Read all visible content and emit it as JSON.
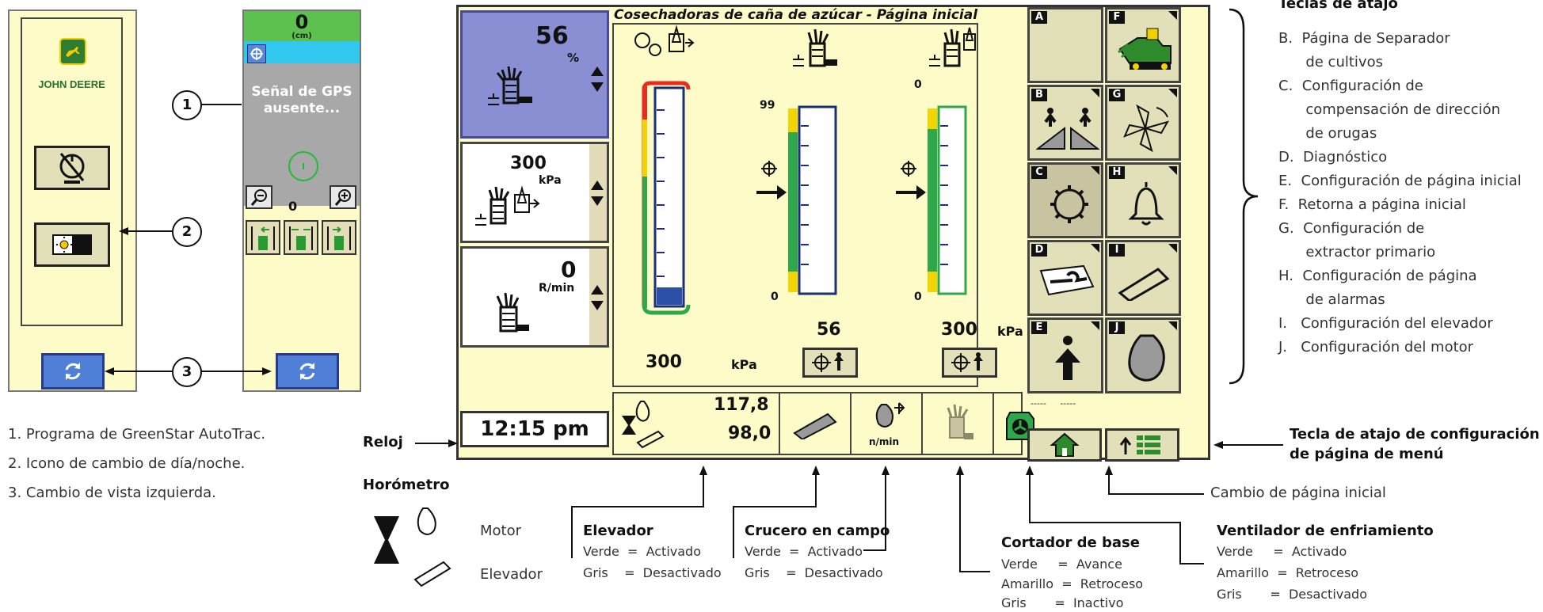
{
  "left_panel": {
    "brand": "JOHN DEERE"
  },
  "gps_panel": {
    "top_value": "0",
    "top_unit": "(cm)",
    "message_line1": "Señal de GPS",
    "message_line2": "ausente...",
    "zoom_value": "0"
  },
  "callouts": {
    "c1": "1",
    "c2": "2",
    "c3": "3"
  },
  "legend_left": [
    "1.  Programa de GreenStar AutoTrac.",
    "2.  Icono de cambio de día/noche.",
    "3.  Cambio de vista izquierda."
  ],
  "main": {
    "title": "Cosechadoras de caña de azúcar - Página inicial",
    "box1": {
      "value": "56",
      "unit": "%"
    },
    "box2": {
      "value": "300",
      "unit": "kPa"
    },
    "box3": {
      "value": "0",
      "unit": "R/min"
    },
    "gauge1": {
      "value": "300",
      "unit": "kPa"
    },
    "gauge2": {
      "max": "99",
      "min": "0",
      "value": "56"
    },
    "gauge3": {
      "max": "0",
      "min": "0",
      "value": "300",
      "unit": "kPa"
    },
    "clock": "12:15 pm",
    "hours_engine": "117,8",
    "hours_elevator": "98,0",
    "rpm_label": "n/min",
    "dashes": "-----     -----",
    "softkeys": [
      "A",
      "F",
      "B",
      "G",
      "C",
      "H",
      "D",
      "I",
      "E",
      "J"
    ]
  },
  "labels": {
    "teclas_title": "Teclas de atajo",
    "teclas": [
      "B.  Página de Separador",
      "      de cultivos",
      "C.  Configuración de",
      "      compensación de dirección",
      "      de orugas",
      "D.  Diagnóstico",
      "E.  Configuración de página inicial",
      "F.  Retorna a página inicial",
      "G.  Configuración de",
      "      extractor primario",
      "H.  Configuración de página",
      "      de alarmas",
      "I.   Configuración del elevador",
      "J.   Configuración del motor"
    ],
    "reloj": "Reloj",
    "horometro": "Horómetro",
    "motor": "Motor",
    "elevador_lbl": "Elevador",
    "elevador": {
      "title": "Elevador",
      "l1": "Verde  =  Activado",
      "l2": "Gris    =  Desactivado"
    },
    "crucero": {
      "title": "Crucero en campo",
      "l1": "Verde  =  Activado",
      "l2": "Gris    =  Desactivado"
    },
    "cortador": {
      "title": "Cortador de base",
      "l1": "Verde     =  Avance",
      "l2": "Amarillo  =  Retroceso",
      "l3": "Gris       =  Inactivo"
    },
    "ventilador": {
      "title": "Ventilador de enfriamiento",
      "l1": "Verde     =  Activado",
      "l2": "Amarillo  =  Retroceso",
      "l3": "Gris       =  Desactivado"
    },
    "tecla_menu_1": "Tecla de atajo de configuración",
    "tecla_menu_2": "de página de menú",
    "cambio_inicial": "Cambio de página inicial"
  }
}
